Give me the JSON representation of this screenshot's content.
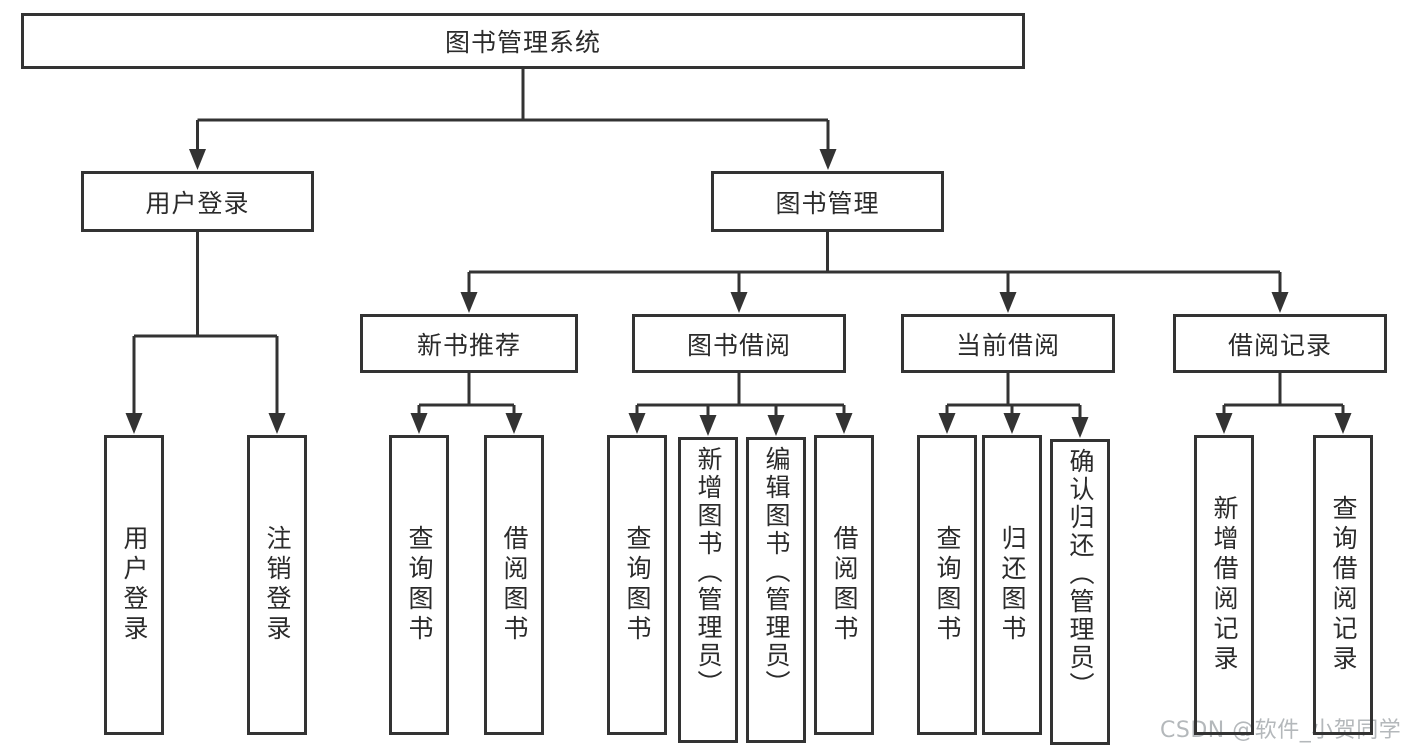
{
  "diagram": {
    "root": {
      "label": "图书管理系统",
      "children": [
        {
          "label": "用户登录",
          "children": [
            {
              "label": "用户登录"
            },
            {
              "label": "注销登录"
            }
          ]
        },
        {
          "label": "图书管理",
          "children": [
            {
              "label": "新书推荐",
              "children": [
                {
                  "label": "查询图书"
                },
                {
                  "label": "借阅图书"
                }
              ]
            },
            {
              "label": "图书借阅",
              "children": [
                {
                  "label": "查询图书"
                },
                {
                  "label": "新增图书（管理员）"
                },
                {
                  "label": "编辑图书（管理员）"
                },
                {
                  "label": "借阅图书"
                }
              ]
            },
            {
              "label": "当前借阅",
              "children": [
                {
                  "label": "查询图书"
                },
                {
                  "label": "归还图书"
                },
                {
                  "label": "确认归还（管理员）"
                }
              ]
            },
            {
              "label": "借阅记录",
              "children": [
                {
                  "label": "新增借阅记录"
                },
                {
                  "label": "查询借阅记录"
                }
              ]
            }
          ]
        }
      ]
    }
  },
  "watermark": {
    "text": "CSDN @软件_小贺同学"
  },
  "colors": {
    "line": "#333333",
    "text": "#2b2b2b",
    "background": "#ffffff",
    "watermark": "#b4b8bb"
  }
}
